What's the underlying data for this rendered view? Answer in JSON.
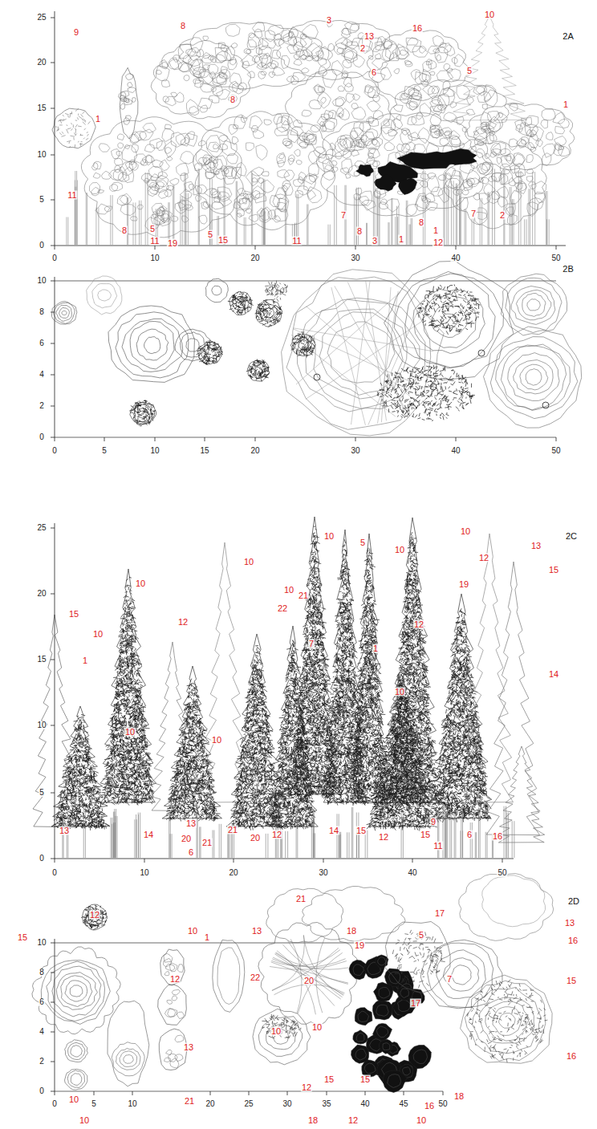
{
  "diagram": {
    "labels": [
      "25",
      "20",
      "15",
      "10",
      "5",
      "0",
      "0",
      "10",
      "20",
      "30",
      "40",
      "50",
      "2A",
      "9",
      "8",
      "3",
      "13",
      "2",
      "16",
      "10",
      "6",
      "8",
      "1",
      "5",
      "1",
      "11",
      "7",
      "7",
      "2",
      "8",
      "5",
      "11",
      "19",
      "5",
      "15",
      "11",
      "8",
      "3",
      "1",
      "8",
      "1",
      "12",
      "10",
      "8",
      "6",
      "4",
      "2",
      "0",
      "0",
      "5",
      "10",
      "15",
      "20",
      "30",
      "40",
      "50",
      "2B",
      "25",
      "20",
      "15",
      "10",
      "5",
      "0",
      "0",
      "10",
      "20",
      "30",
      "40",
      "50",
      "2C",
      "15",
      "10",
      "10",
      "12",
      "10",
      "1",
      "10",
      "10",
      "5",
      "10",
      "10",
      "13",
      "15",
      "12",
      "19",
      "12",
      "10",
      "21",
      "22",
      "7",
      "1",
      "10",
      "14",
      "10",
      "13",
      "14",
      "13",
      "20",
      "21",
      "21",
      "6",
      "20",
      "12",
      "14",
      "15",
      "12",
      "9",
      "15",
      "11",
      "6",
      "16",
      "10",
      "8",
      "6",
      "4",
      "2",
      "0",
      "0",
      "5",
      "10",
      "20",
      "25",
      "30",
      "35",
      "40",
      "45",
      "50",
      "2D",
      "12",
      "15",
      "12",
      "10",
      "1",
      "13",
      "22",
      "21",
      "18",
      "17",
      "5",
      "13",
      "16",
      "15",
      "16",
      "19",
      "20",
      "10",
      "10",
      "17",
      "7",
      "13",
      "10",
      "21",
      "15",
      "12",
      "15",
      "10",
      "18",
      "12",
      "16",
      "10",
      "18"
    ]
  }
}
